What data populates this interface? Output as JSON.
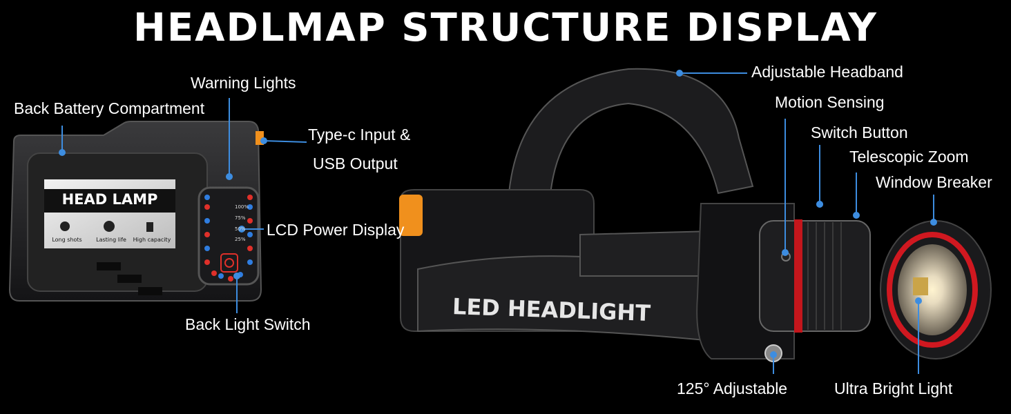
{
  "title": "HEADLMAP STRUCTURE DISPLAY",
  "accent_line_color": "#3d8de0",
  "battery_pack": {
    "label_text": "HEAD LAMP",
    "features": [
      "Long shots",
      "Lasting life",
      "High capacity"
    ],
    "levels": [
      "100%",
      "75%",
      "50%",
      "25%"
    ]
  },
  "headband_print": "LED HEADLIGHT",
  "callouts": {
    "back_battery": "Back Battery Compartment",
    "warning_lights": "Warning Lights",
    "type_c_line1": "Type-c Input &",
    "type_c_line2": "USB Output",
    "lcd_power": "LCD Power Display",
    "back_light_switch": "Back Light Switch",
    "adjustable_headband": "Adjustable Headband",
    "motion_sensing": "Motion Sensing",
    "switch_button": "Switch Button",
    "telescopic_zoom": "Telescopic Zoom",
    "window_breaker": "Window Breaker",
    "adjustable_125": "125° Adjustable",
    "ultra_bright": "Ultra Bright Light"
  }
}
